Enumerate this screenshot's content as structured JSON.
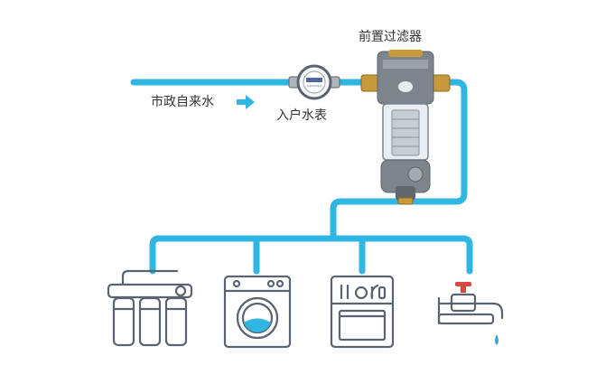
{
  "labels": {
    "prefilter": "前置过滤器",
    "municipal_water": "市政自来水",
    "water_meter": "入户水表"
  },
  "colors": {
    "pipe": "#2fb6e2",
    "arrow": "#2fb6e2",
    "outline": "#5a6470",
    "filter_body": "#8c939b",
    "brass": "#c89a3c",
    "valve_red": "#d9483b",
    "drop": "#3aa6d8"
  },
  "icons": [
    "water-meter-icon",
    "prefilter-icon",
    "ro-purifier-icon",
    "washing-machine-icon",
    "dishwasher-icon",
    "faucet-icon"
  ]
}
